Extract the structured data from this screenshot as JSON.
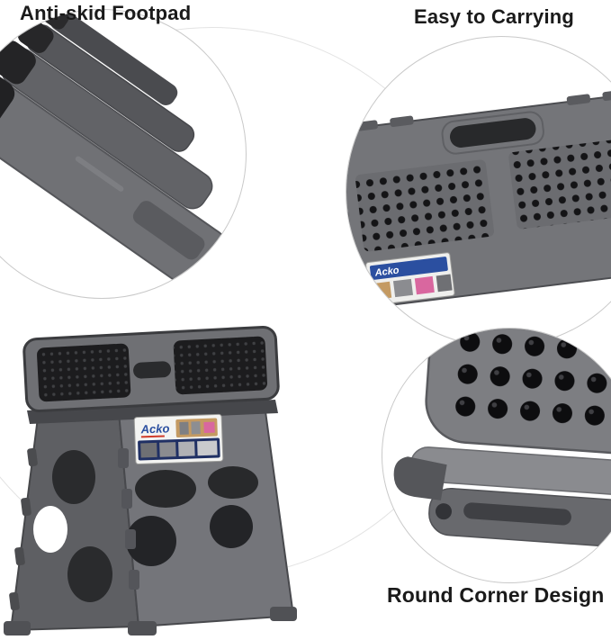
{
  "callouts": {
    "anti_skid": "Anti-skid Footpad",
    "easy_carry": "Easy to Carrying",
    "round_corner": "Round Corner Design"
  },
  "product": {
    "brand": "Acko"
  },
  "colors": {
    "background": "#ffffff",
    "text": "#1a1a1a",
    "ring": "#c9c9c9",
    "body_gray": "#74757a",
    "body_gray_dark": "#5e5f63",
    "body_gray_deep": "#46474b",
    "tread_black": "#1c1c1e",
    "dot_black": "#0d0d0f",
    "hole_dark": "#27282a",
    "label_blue": "#2b4fa0",
    "label_navy": "#203064"
  }
}
